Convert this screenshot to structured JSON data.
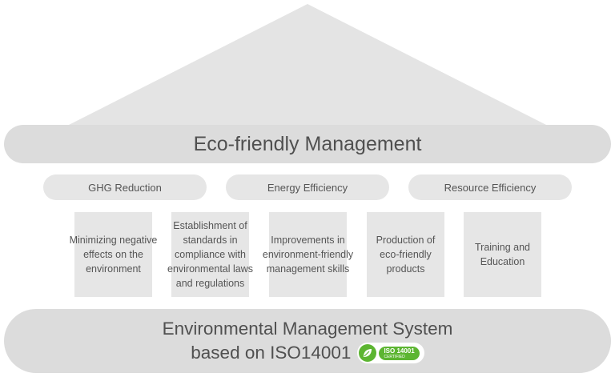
{
  "beam": {
    "title": "Eco-friendly Management"
  },
  "pillars": [
    {
      "label": "GHG Reduction"
    },
    {
      "label": "Energy Efficiency"
    },
    {
      "label": "Resource Efficiency"
    }
  ],
  "columns": [
    {
      "lines": [
        "Minimizing negative",
        "effects on the",
        "environment"
      ]
    },
    {
      "lines": [
        "Establishment of",
        "standards in",
        "compliance with",
        "environmental laws",
        "and regulations"
      ]
    },
    {
      "lines": [
        "Improvements in",
        "environment-friendly",
        "management skills"
      ]
    },
    {
      "lines": [
        "Production of",
        "eco-friendly",
        "products"
      ]
    },
    {
      "lines": [
        "Training and",
        "Education"
      ]
    }
  ],
  "base": {
    "line1": "Environmental Management System",
    "line2": "based on ISO14001",
    "badge": {
      "title": "ISO 14001",
      "subtitle": "CERTIFIED",
      "icon": "leaf-icon",
      "color": "#5cb531"
    }
  },
  "colors": {
    "roof": "#e4e4e4",
    "beam": "#dcdcdc",
    "block": "#e6e6e6"
  }
}
